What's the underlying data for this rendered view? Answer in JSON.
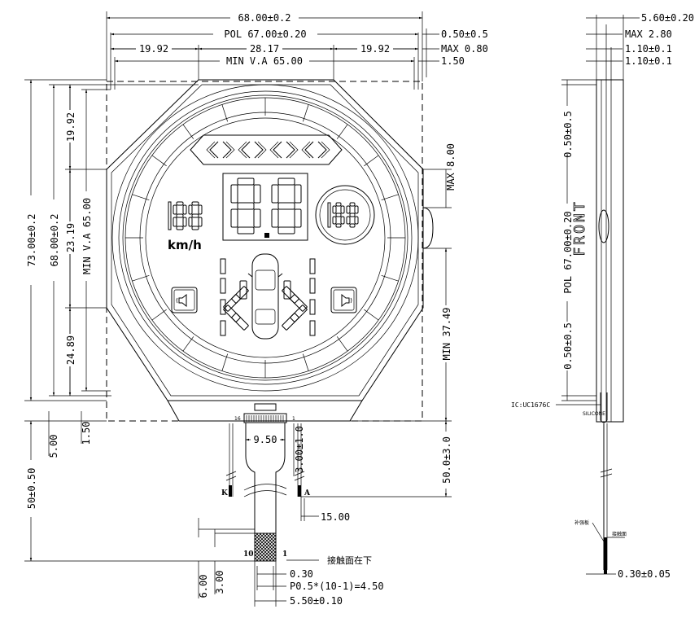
{
  "front_view": {
    "dims": {
      "overall_width": "68.00±0.2",
      "pol_width": "POL 67.00±0.20",
      "left_offset": "19.92",
      "center_width": "28.17",
      "right_offset": "19.92",
      "min_va_width": "MIN V.A 65.00",
      "pol_edge": "0.50±0.5",
      "max_08": "MAX 0.80",
      "edge_150_top": "1.50",
      "overall_height": "73.00±0.2",
      "inner_height": "68.00±0.2",
      "min_va_height": "MIN V.A 65.00",
      "top_seg": "19.92",
      "mid_seg": "23.19",
      "bot_seg": "24.89",
      "max_8": "MAX 8.00",
      "min_3749": "MIN 37.49",
      "bottom_5": "5.00",
      "bottom_150": "1.50",
      "tail_height": "50±0.50",
      "tail_total": "50.0±3.0",
      "fpc_width": "9.50",
      "fpc_offset": "3.00±1.0",
      "lead_15": "15.00",
      "pad_6": "6.00",
      "pad_3": "3.00",
      "pitch_gap": "0.30",
      "pitch": "P0.5*(10-1)=4.50",
      "finger_width": "5.50±0.10"
    },
    "labels": {
      "pin16": "16",
      "pin1_top": "1",
      "pin10": "10",
      "pin1_bot": "1",
      "lead_k": "K",
      "lead_a": "A",
      "contact_note": "接触面在下",
      "unit_speed": "km/h"
    }
  },
  "side_view": {
    "dims": {
      "thickness": "5.60±0.20",
      "max_28": "MAX 2.80",
      "glass1": "1.10±0.1",
      "glass2": "1.10±0.1",
      "top_05": "0.50±0.5",
      "pol_height": "POL 67.00±0.20",
      "bot_05": "0.50±0.5",
      "tail_thk": "0.30±0.05"
    },
    "labels": {
      "front": "FRONT",
      "ic": "IC:UC1676C",
      "silicone": "SILICONE",
      "stiffener": "补强板",
      "contact": "接触面"
    }
  }
}
